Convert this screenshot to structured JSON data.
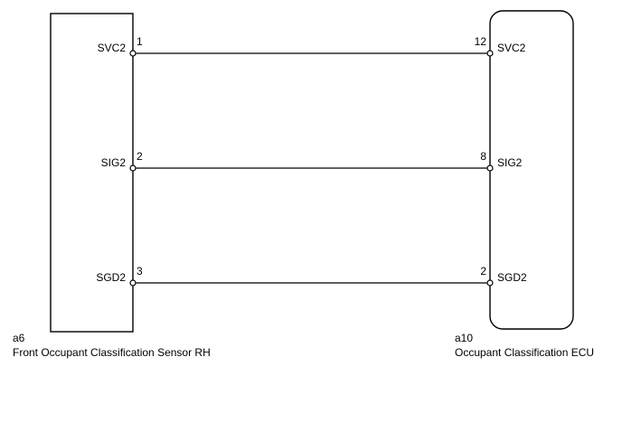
{
  "left_component": {
    "code": "a6",
    "name": "Front Occupant Classification Sensor RH"
  },
  "right_component": {
    "code": "a10",
    "name": "Occupant Classification ECU"
  },
  "connections": [
    {
      "left_pin": "1",
      "left_label": "SVC2",
      "right_pin": "12",
      "right_label": "SVC2"
    },
    {
      "left_pin": "2",
      "left_label": "SIG2",
      "right_pin": "8",
      "right_label": "SIG2"
    },
    {
      "left_pin": "3",
      "left_label": "SGD2",
      "right_pin": "2",
      "right_label": "SGD2"
    }
  ],
  "colors": {
    "line": "#000000",
    "background": "#ffffff"
  }
}
